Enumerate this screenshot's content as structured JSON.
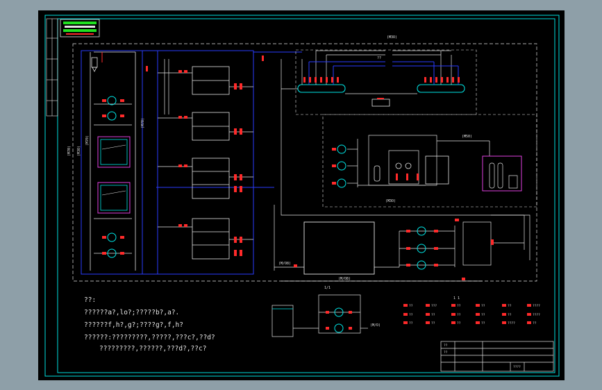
{
  "colors": {
    "background": "#8e9fa8",
    "sheet": "#000000",
    "frame": "#00e0e0",
    "pipe_white": "#e6e6e6",
    "pipe_blue": "#2a3cff",
    "valve_red": "#ff2a2a",
    "equipment_magenta": "#e040e0",
    "equipment_cyan": "#00e8e8",
    "title_green": "#20e020"
  },
  "title_block_logo": "icon-cad-title-stamp",
  "labels": {
    "top_header": "(M3O)",
    "top_mid": "??",
    "left_a": "(M70)",
    "left_b": "(M3O)",
    "col_label": "(M70)",
    "mid_label": "(M50)",
    "mid_bottom": "(M3O)",
    "bottom_a": "(M/O8)",
    "bottom_b": "(M/O8)",
    "bottom_c": "(M/O)",
    "small_pump": "1/1",
    "legend_title": "1 1"
  },
  "notes": {
    "heading": "??:",
    "line1": "??????a?,lo?;?????b?,a?.",
    "line2": "??????f,h?,g?;????g?,f,h?",
    "line3": "??????:?????????,?????,???c?,??d?",
    "line4": "?????????,??????,???d?,??c?"
  },
  "legend": {
    "items": [
      "??",
      "???",
      "??",
      "??",
      "??",
      "????",
      "??",
      "??",
      "??",
      "??",
      "??",
      "????",
      "??",
      "??",
      "??",
      "??",
      "????",
      "??"
    ]
  },
  "title_block": {
    "cell_a": "??",
    "cell_b": "??",
    "cell_c": "????"
  }
}
